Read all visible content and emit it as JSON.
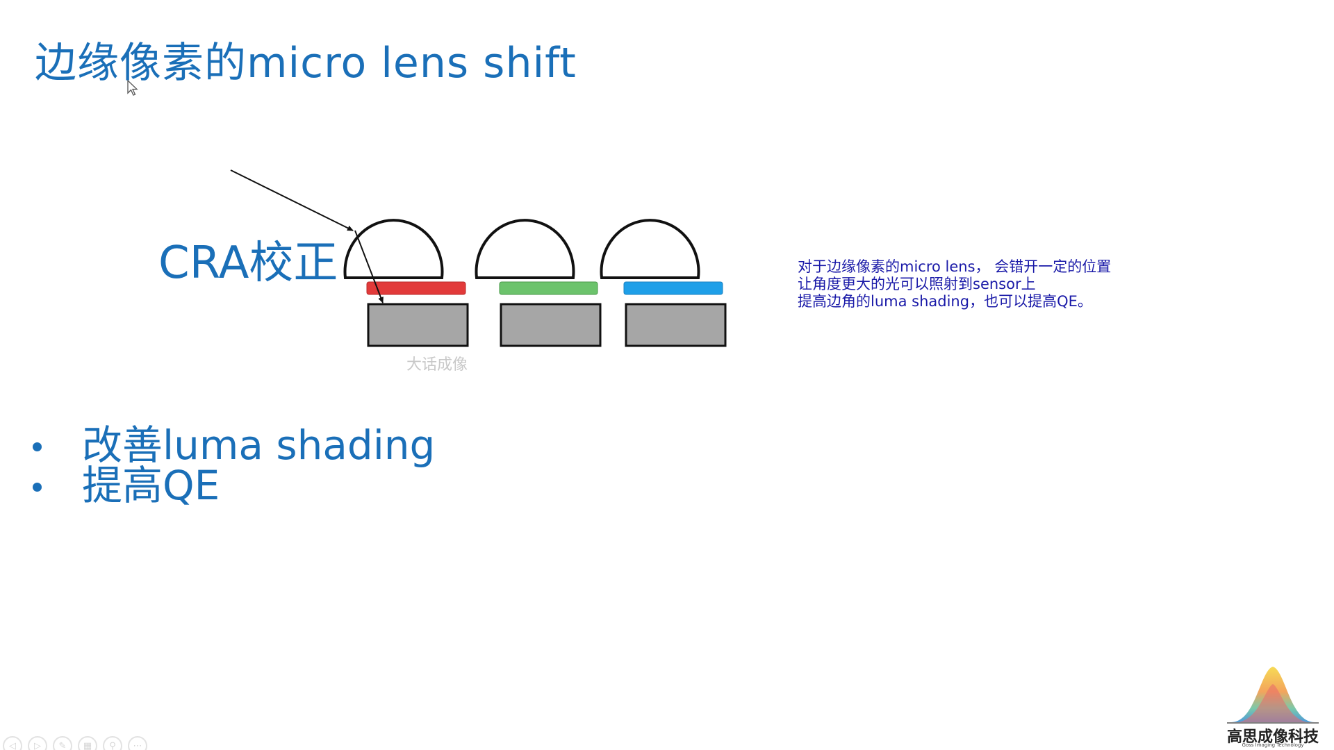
{
  "slide": {
    "title": "边缘像素的micro lens shift",
    "diagram_label": "CRA校正",
    "watermark": "大话成像",
    "note_lines": [
      "对于边缘像素的micro lens， 会错开一定的位置",
      "让角度更大的光可以照射到sensor上",
      "提高边角的luma shading，也可以提高QE。"
    ],
    "bullets": [
      "改善luma shading",
      "提高QE"
    ]
  },
  "diagram": {
    "filter_colors": [
      "#e23a3a",
      "#6cc36c",
      "#1e9fe8"
    ],
    "pixel_color": "#a6a6a6"
  },
  "toolbar": {
    "icons": [
      "prev-icon",
      "next-icon",
      "pen-icon",
      "slides-icon",
      "zoom-icon",
      "more-icon"
    ],
    "glyphs": [
      "◁",
      "▷",
      "✎",
      "▦",
      "⚲",
      "⋯"
    ]
  },
  "logo": {
    "name": "高思成像科技",
    "subtitle": "Goss Imaging Technology"
  },
  "colors": {
    "accent": "#1a6fb8",
    "note": "#1a1aa8"
  }
}
